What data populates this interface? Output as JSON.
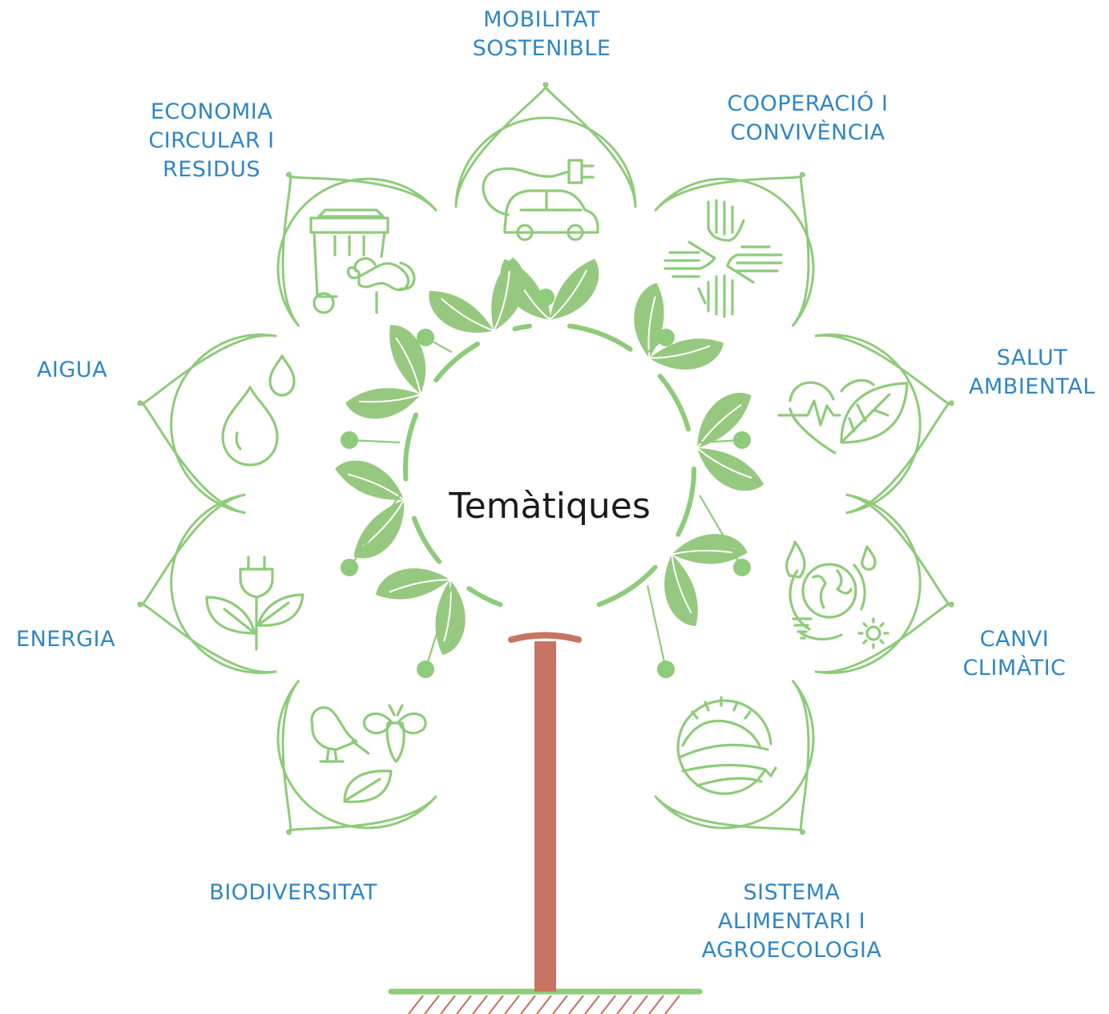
{
  "center_title": "Temàtiques",
  "colors": {
    "label": "#2f86c4",
    "green": "#8ecb7a",
    "leaf": "#96c97f",
    "trunk": "#c87463"
  },
  "themes": [
    {
      "id": "mobilitat",
      "icon": "electric-car-icon",
      "lines": [
        "MOBILITAT",
        "SOSTENIBLE"
      ]
    },
    {
      "id": "cooperacio",
      "icon": "joined-hands-icon",
      "lines": [
        "COOPERACIÓ I",
        "CONVIVÈNCIA"
      ]
    },
    {
      "id": "salut",
      "icon": "heart-leaf-icon",
      "lines": [
        "SALUT",
        "AMBIENTAL"
      ]
    },
    {
      "id": "canvi",
      "icon": "globe-climate-icon",
      "lines": [
        "CANVI",
        "CLIMÀTIC"
      ]
    },
    {
      "id": "sistema",
      "icon": "sunrise-fields-icon",
      "lines": [
        "SISTEMA",
        "ALIMENTARI I",
        "AGROECOLOGIA"
      ]
    },
    {
      "id": "biodiversitat",
      "icon": "bird-bee-leaf-icon",
      "lines": [
        "BIODIVERSITAT"
      ]
    },
    {
      "id": "energia",
      "icon": "plug-plant-icon",
      "lines": [
        "ENERGIA"
      ]
    },
    {
      "id": "aigua",
      "icon": "water-drops-icon",
      "lines": [
        "AIGUA"
      ]
    },
    {
      "id": "economia",
      "icon": "recycle-bin-icon",
      "lines": [
        "ECONOMIA",
        "CIRCULAR I",
        "RESIDUS"
      ]
    }
  ]
}
